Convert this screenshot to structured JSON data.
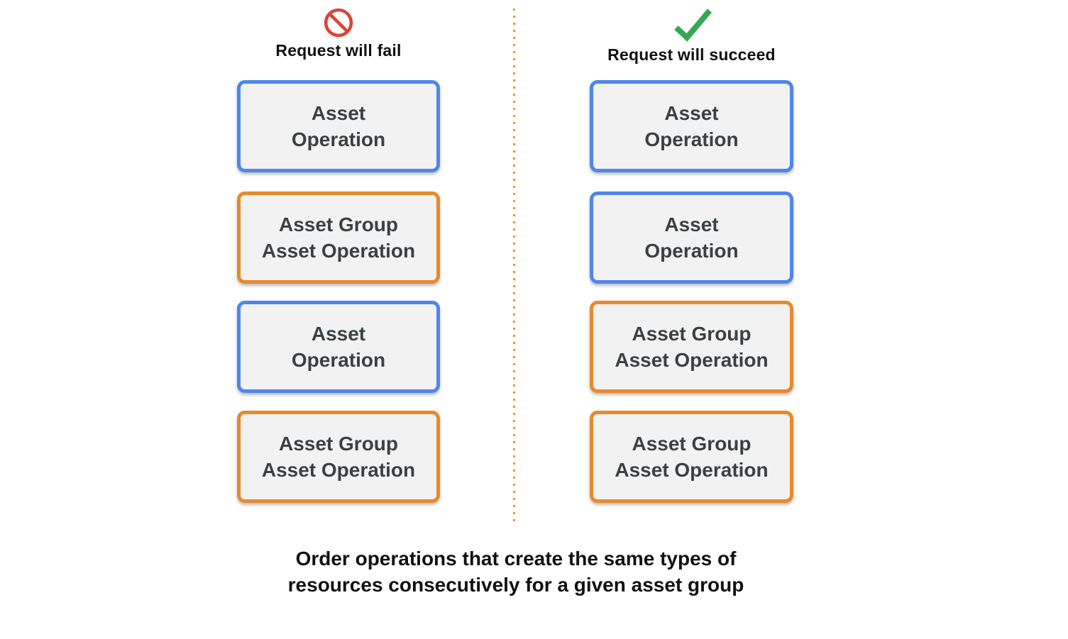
{
  "columns": [
    {
      "id": "fail",
      "icon": "prohibition-icon",
      "title": "Request will fail",
      "boxes": [
        {
          "type": "asset",
          "label": "Asset\nOperation"
        },
        {
          "type": "asset-group",
          "label": "Asset Group\nAsset Operation"
        },
        {
          "type": "asset",
          "label": "Asset\nOperation"
        },
        {
          "type": "asset-group",
          "label": "Asset Group\nAsset Operation"
        }
      ]
    },
    {
      "id": "succeed",
      "icon": "checkmark-icon",
      "title": "Request will succeed",
      "boxes": [
        {
          "type": "asset",
          "label": "Asset\nOperation"
        },
        {
          "type": "asset",
          "label": "Asset\nOperation"
        },
        {
          "type": "asset-group",
          "label": "Asset Group\nAsset Operation"
        },
        {
          "type": "asset-group",
          "label": "Asset Group\nAsset Operation"
        }
      ]
    }
  ],
  "caption": "Order operations that create the same types of\nresources consecutively for a given asset group",
  "colors": {
    "asset_border": "#4e86ec",
    "asset_group_border": "#e8892c",
    "box_fill": "#f2f2f2",
    "box_text": "#3c4043",
    "fail_icon": "#db4437",
    "succeed_icon": "#34a853",
    "divider": "#e8962e",
    "heading_text": "#111111"
  }
}
